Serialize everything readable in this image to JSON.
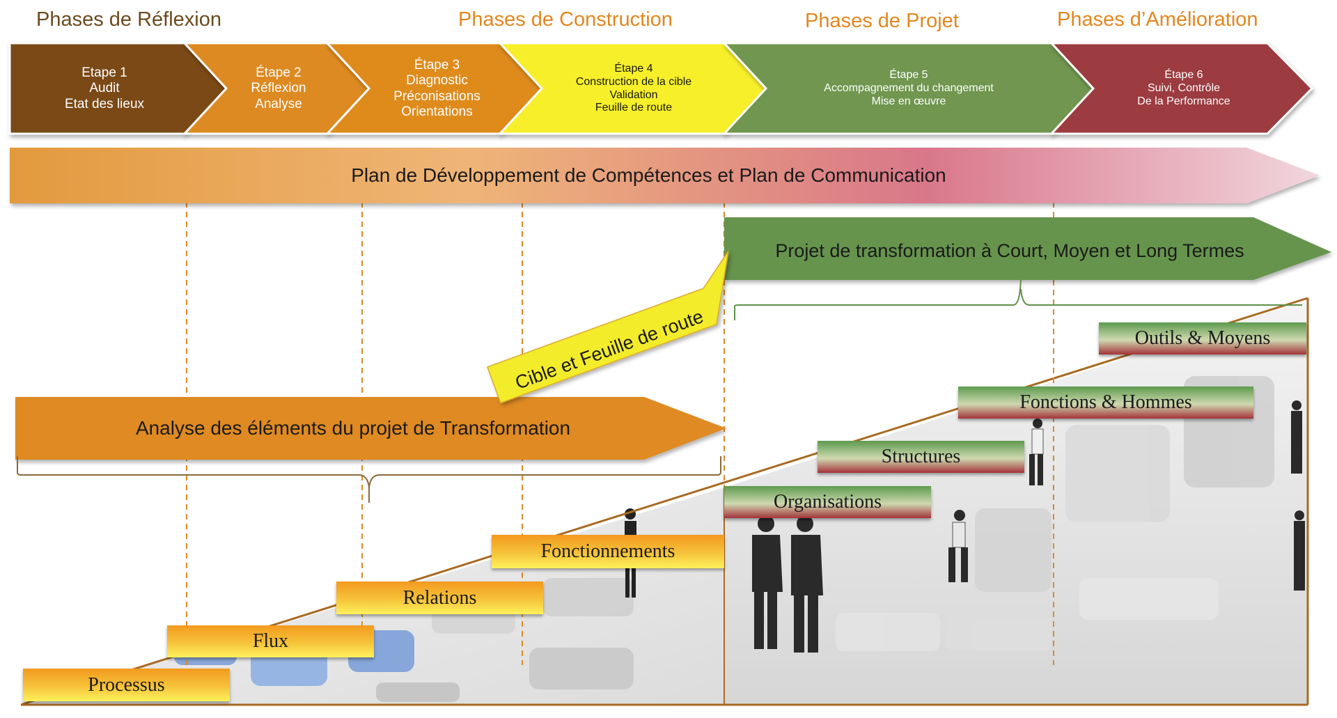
{
  "phases": [
    {
      "label": "Phases de Réflexion",
      "color": "#6b4a1e"
    },
    {
      "label": "Phases de Construction",
      "color": "#e3861d"
    },
    {
      "label": "Phases de Projet",
      "color": "#e3861d"
    },
    {
      "label": "Phases d’Amélioration",
      "color": "#e3861d"
    }
  ],
  "etapes": [
    {
      "text": "Etape 1\nAudit\nEtat des lieux",
      "color": "#7a4a14"
    },
    {
      "text": "Étape 2\nRéflexion\nAnalyse",
      "color": "#dd8a22"
    },
    {
      "text": "Étape 3\nDiagnostic\nPréconisations\nOrientations",
      "color": "#de8b1e"
    },
    {
      "text": "Étape 4\nConstruction de la cible\nValidation\nFeuille de route",
      "color": "#f6ef2c"
    },
    {
      "text": "Étape 5\nAccompagnement du changement\nMise en œuvre",
      "color": "#6f9650"
    },
    {
      "text": "Étape 6\nSuivi, Contrôle\nDe la Performance",
      "color": "#9c3a3f"
    }
  ],
  "bands": {
    "plan": "Plan de Développement de Compétences et Plan de Communication",
    "projet": "Projet de transformation à Court, Moyen et Long Termes",
    "cible": "Cible et Feuille de route",
    "analyse": "Analyse des éléments du projet de Transformation"
  },
  "steps_left": [
    "Processus",
    "Flux",
    "Relations",
    "Fonctionnements"
  ],
  "steps_right": [
    "Organisations",
    "Structures",
    "Fonctions & Hommes",
    "Outils & Moyens"
  ]
}
